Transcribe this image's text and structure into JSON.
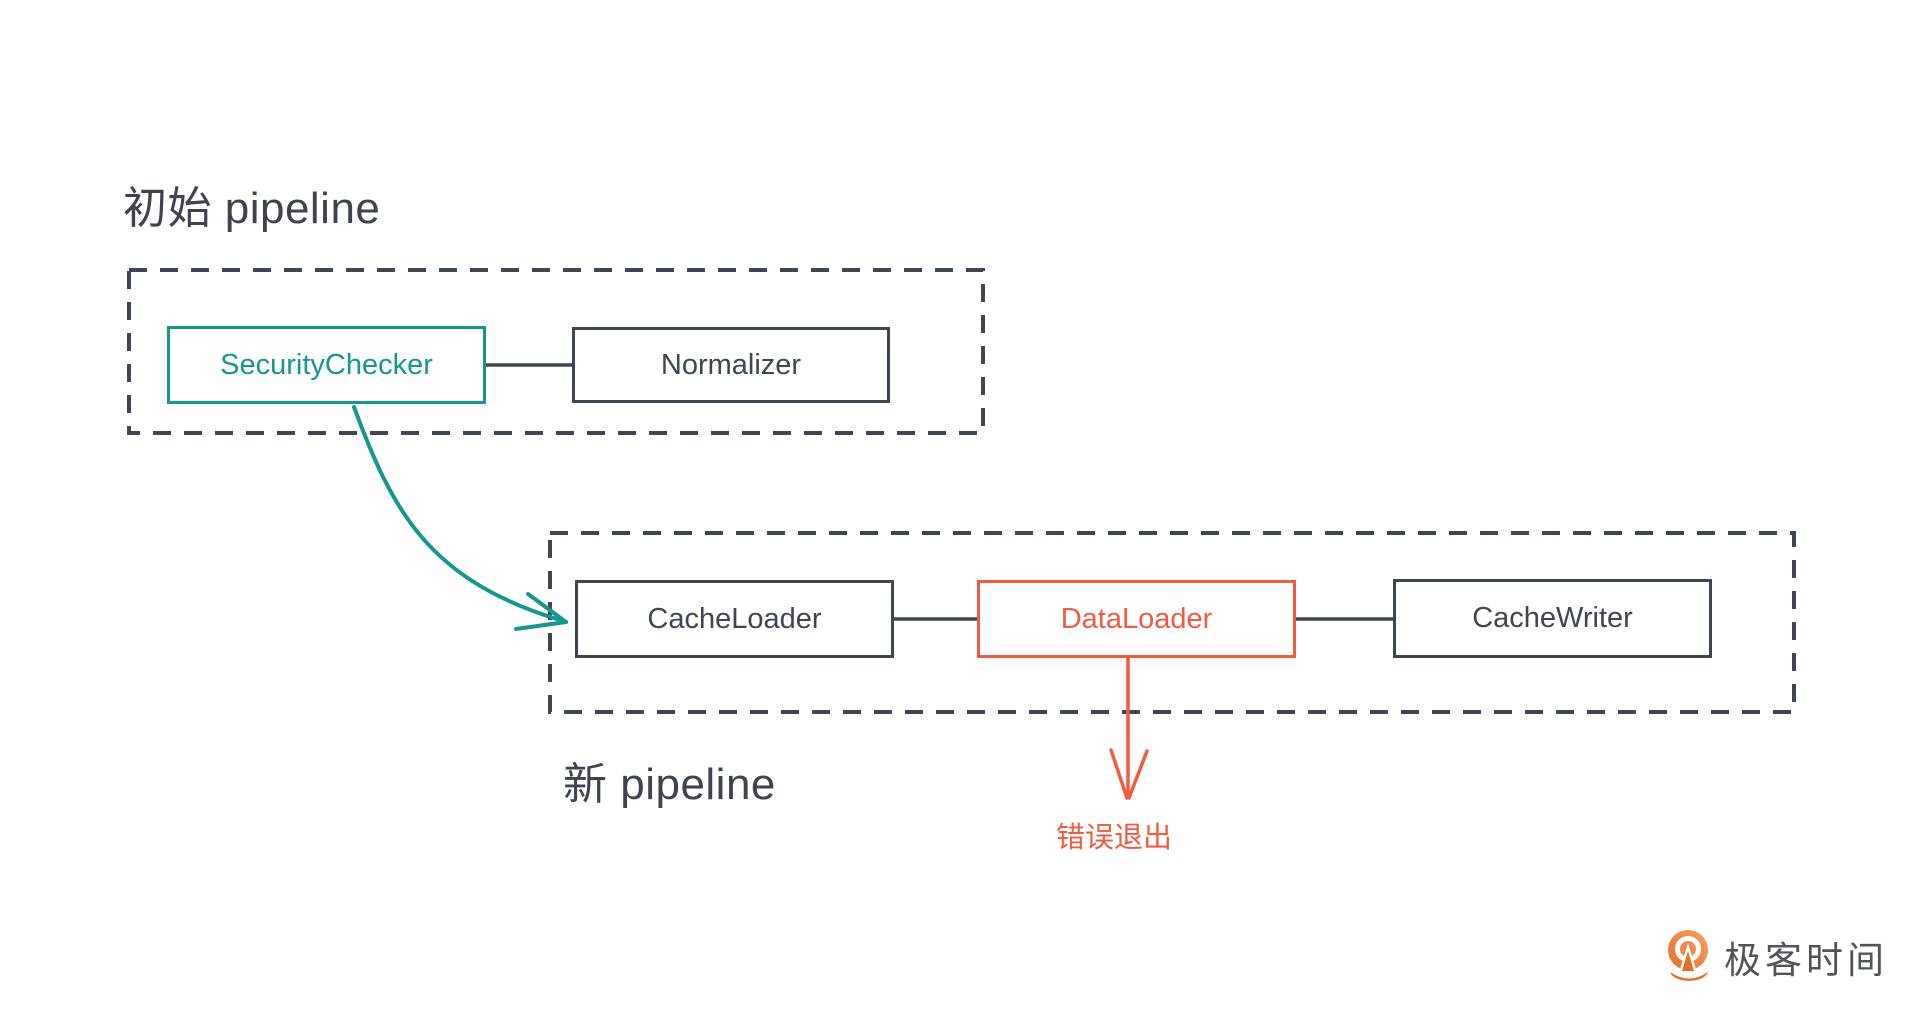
{
  "diagram": {
    "pipelines": [
      {
        "title": "初始 pipeline",
        "nodes": [
          {
            "label": "SecurityChecker",
            "accent": "teal"
          },
          {
            "label": "Normalizer",
            "accent": "slate"
          }
        ]
      },
      {
        "title": "新 pipeline",
        "nodes": [
          {
            "label": "CacheLoader",
            "accent": "slate"
          },
          {
            "label": "DataLoader",
            "accent": "orange"
          },
          {
            "label": "CacheWriter",
            "accent": "slate"
          }
        ]
      }
    ],
    "annotations": {
      "error_exit": "错误退出"
    },
    "edges": [
      {
        "from": "SecurityChecker",
        "to": "Normalizer",
        "style": "solid-line"
      },
      {
        "from": "SecurityChecker",
        "to": "CacheLoader",
        "style": "teal-curved-arrow"
      },
      {
        "from": "CacheLoader",
        "to": "DataLoader",
        "style": "solid-line"
      },
      {
        "from": "DataLoader",
        "to": "CacheWriter",
        "style": "solid-line"
      },
      {
        "from": "DataLoader",
        "to": "错误退出",
        "style": "orange-arrow-down"
      }
    ]
  },
  "branding": {
    "logo_text": "极客时间",
    "logo_icon": "geektime-icon"
  },
  "colors": {
    "teal": "#17968E",
    "orange": "#F15B41",
    "slate": "#3E4651",
    "dash_border": "#3E4651",
    "title_text": "#3D4450",
    "logo_orange": "#E2702F",
    "background": "#FFFFFF"
  }
}
